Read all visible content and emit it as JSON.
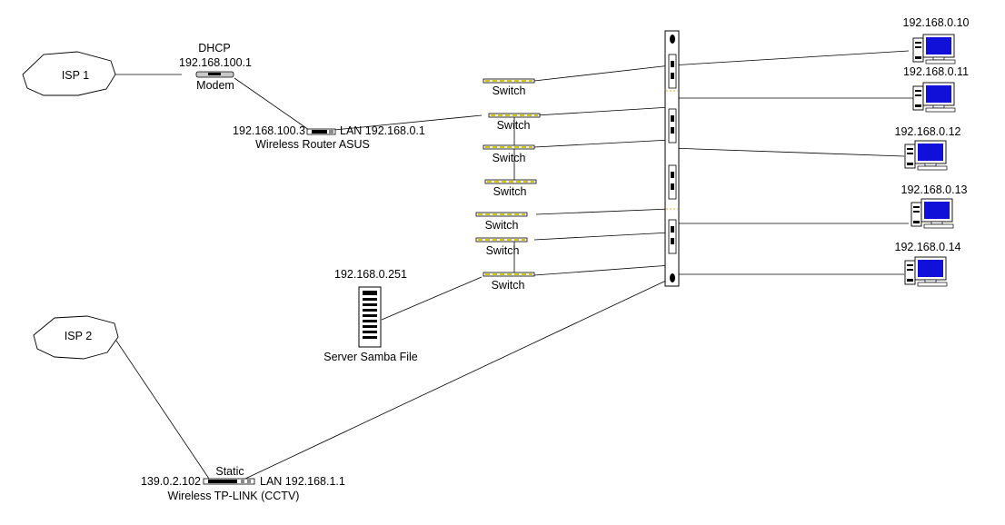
{
  "isp": [
    {
      "label": "ISP 1"
    },
    {
      "label": "ISP 2"
    }
  ],
  "modem": {
    "mode": "DHCP",
    "ip": "192.168.100.1",
    "label": "Modem"
  },
  "router_asus": {
    "wan_ip": "192.168.100.3",
    "lan": "LAN 192.168.0.1",
    "label": "Wireless Router ASUS"
  },
  "router_tplink": {
    "mode": "Static",
    "wan_ip": "139.0.2.102",
    "lan": "LAN 192.168.1.1",
    "label": "Wireless TP-LINK (CCTV)"
  },
  "switches": [
    "Switch",
    "Switch",
    "Switch",
    "Switch",
    "Switch",
    "Switch",
    "Switch"
  ],
  "server": {
    "ip": "192.168.0.251",
    "label": "Server Samba File"
  },
  "computers": [
    {
      "ip": "192.168.0.10"
    },
    {
      "ip": "192.168.0.11"
    },
    {
      "ip": "192.168.0.12"
    },
    {
      "ip": "192.168.0.13"
    },
    {
      "ip": "192.168.0.14"
    }
  ],
  "colors": {
    "monitor_screen": "#1010d8",
    "switch_ports": "#d8c020",
    "line": "#000000"
  }
}
